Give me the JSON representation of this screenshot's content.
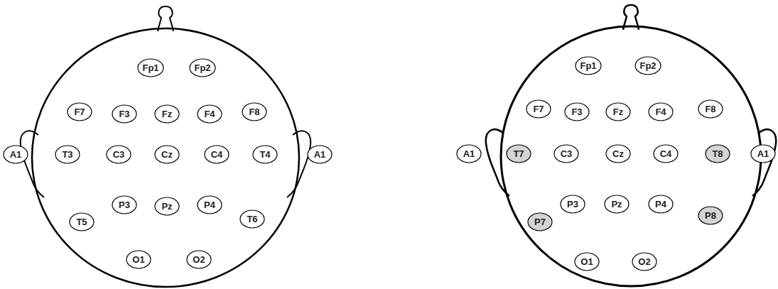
{
  "diagram": {
    "nodes": [
      {
        "text": [
          "Fp1"
        ]
      },
      {
        "text": [
          "Fp2"
        ]
      },
      {
        "text": [
          "F7"
        ]
      },
      {
        "text": [
          "F3"
        ]
      },
      {
        "text": [
          "Fz"
        ]
      },
      {
        "text": [
          "F4"
        ]
      },
      {
        "text": [
          "F8"
        ]
      },
      {
        "text": [
          "A1"
        ]
      },
      {
        "text": [
          "T3"
        ]
      },
      {
        "text": [
          "C3"
        ]
      },
      {
        "text": [
          "Cz"
        ]
      },
      {
        "text": [
          "C4"
        ]
      },
      {
        "text": [
          "T4"
        ]
      },
      {
        "text": [
          "A1"
        ]
      },
      {
        "text": [
          "T5"
        ]
      },
      {
        "text": [
          "P3"
        ]
      },
      {
        "text": [
          "Pz"
        ]
      },
      {
        "text": [
          "P4"
        ]
      },
      {
        "text": [
          "T6"
        ]
      },
      {
        "text": [
          "O1"
        ]
      },
      {
        "text": [
          "O2"
        ]
      },
      {
        "text": [
          "Fp1"
        ]
      },
      {
        "text": [
          "Fp2"
        ]
      },
      {
        "text": [
          "F7"
        ]
      },
      {
        "text": [
          "F3"
        ]
      },
      {
        "text": [
          "Fz"
        ]
      },
      {
        "text": [
          "F4"
        ]
      },
      {
        "text": [
          "F8"
        ]
      },
      {
        "text": [
          "A1"
        ]
      },
      {
        "text": [
          "T7"
        ]
      },
      {
        "text": [
          "C3"
        ]
      },
      {
        "text": [
          "Cz"
        ]
      },
      {
        "text": [
          "C4"
        ]
      },
      {
        "text": [
          "T8"
        ]
      },
      {
        "text": [
          "A1"
        ]
      },
      {
        "text": [
          "P7"
        ]
      },
      {
        "text": [
          "P3"
        ]
      },
      {
        "text": [
          "Pz"
        ]
      },
      {
        "text": [
          "P4"
        ]
      },
      {
        "text": [
          "P8"
        ]
      },
      {
        "text": [
          "O1"
        ]
      },
      {
        "text": [
          "O2"
        ]
      }
    ]
  }
}
